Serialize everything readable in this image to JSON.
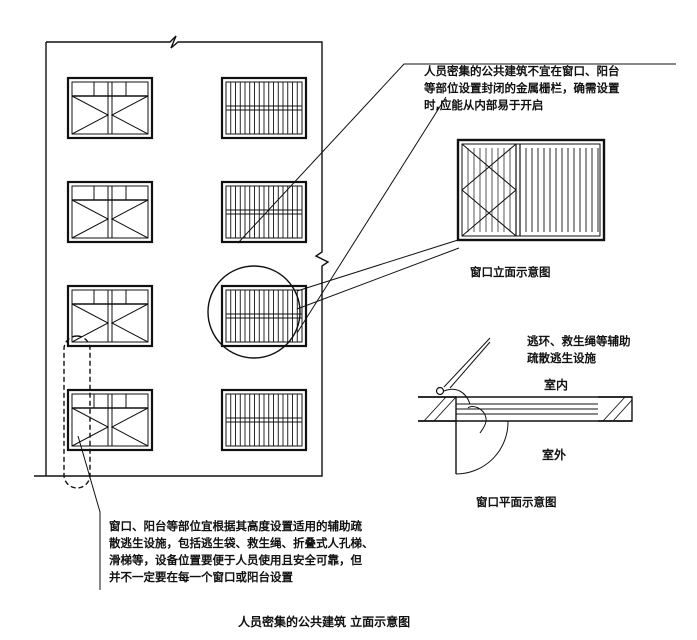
{
  "note_top": [
    "人员密集的公共建筑不宜在窗口、阳台",
    "等部位设置封闭的金属栅栏，确需设置",
    "时,应能从内部易于开启"
  ],
  "caption_window_elevation": "窗口立面示意图",
  "note_rescue": [
    "逃环、救生绳等辅助",
    "疏散逃生设施"
  ],
  "label_indoor": "室内",
  "label_outdoor": "室外",
  "caption_window_plan": "窗口平面示意图",
  "note_bottom": [
    "窗口、阳台等部位宜根据其高度设置适用的辅助疏",
    "散逃生设施，包括逃生袋、救生绳、折叠式人孔梯、",
    "滑梯等，设备位置要便于人员使用且安全可靠，但",
    "并不一定要在每一个窗口或阳台设置"
  ],
  "title": "人员密集的公共建筑 立面示意图"
}
